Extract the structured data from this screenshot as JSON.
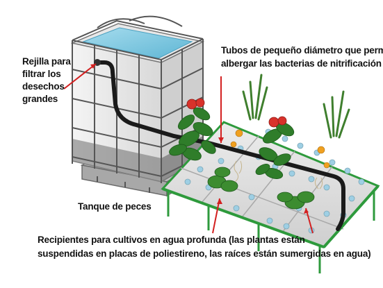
{
  "labels": {
    "rejilla": [
      "Rejilla para",
      "filtrar los",
      "desechos",
      "grandes"
    ],
    "tubos": [
      "Tubos de pequeño diámetro que permiten",
      "albergar las bacterias de nitrificación"
    ],
    "tanque": "Tanque de peces",
    "recipientes": [
      "Recipientes para cultivos en agua profunda (las plantas están",
      "suspendidas en placas de poliestireno, las raíces están sumergidas en agua)"
    ]
  },
  "colors": {
    "water": "#7fc8e0",
    "frame": "#555555",
    "bed_frame": "#2e9a3c",
    "pipe": "#1a1a1a",
    "pointer": "#d32020",
    "plant": "#2f7d2a",
    "tomato": "#d8322b",
    "flower": "#f0a020"
  },
  "icons": {
    "tank": "fish-tank-icon",
    "bed": "growing-bed-icon",
    "plant": "plant-icon",
    "tomato": "tomato-icon",
    "flower": "flower-icon"
  }
}
